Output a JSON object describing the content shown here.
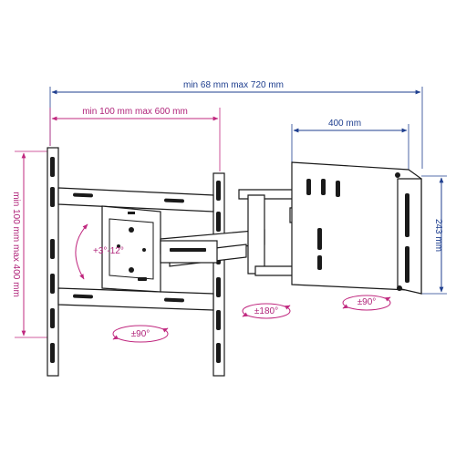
{
  "dimensions": {
    "total_extension": "min 68 mm max 720 mm",
    "horizontal_vesa": "min 100 mm max 600 mm",
    "vertical_vesa": "min 100 mm max 400 mm",
    "wall_plate_width": "400 mm",
    "wall_plate_height": "243 mm"
  },
  "motions": {
    "tilt": "+3°-12°",
    "swivel_tv": "±90°",
    "swivel_arm": "±180°",
    "swivel_wall": "±90°"
  },
  "colors": {
    "dimension_blue": "#1f3f8f",
    "dimension_magenta": "#c0287f",
    "motion_magenta": "#c0287f",
    "line_art": "#1a1a1a"
  }
}
